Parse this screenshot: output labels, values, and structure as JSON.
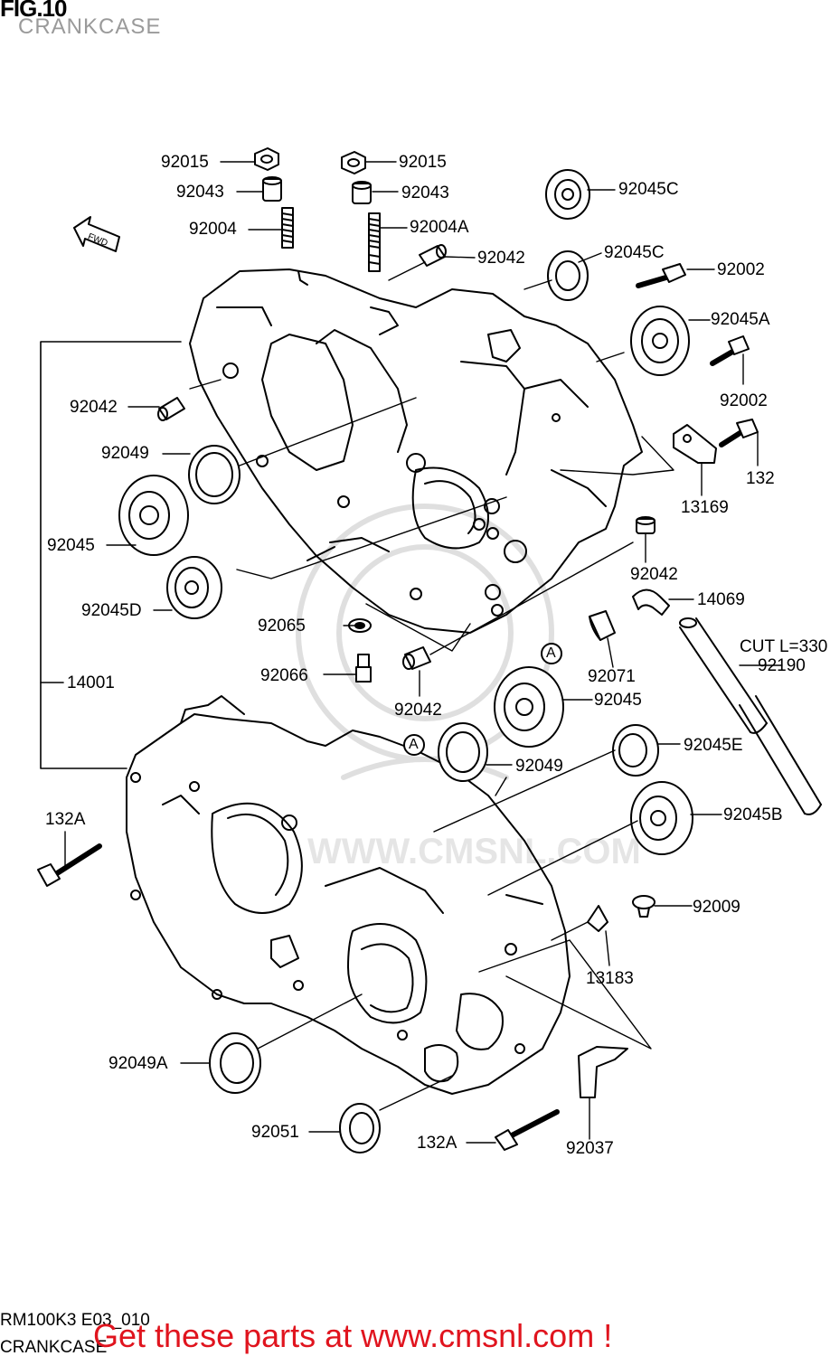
{
  "figure": {
    "number": "FIG.10",
    "title": "CRANKCASE",
    "code": "RM100K3 E03_010",
    "caption": "CRANKCASE"
  },
  "watermark": "WWW.CMSNL.COM",
  "promo": "Get these parts at www.cmsnl.com !",
  "callouts": {
    "A_top": "A",
    "A_bottom": "A"
  },
  "parts": [
    {
      "id": "p1",
      "label": "92015"
    },
    {
      "id": "p2",
      "label": "92015"
    },
    {
      "id": "p3",
      "label": "92043"
    },
    {
      "id": "p4",
      "label": "92043"
    },
    {
      "id": "p5",
      "label": "92045C"
    },
    {
      "id": "p6",
      "label": "92004"
    },
    {
      "id": "p7",
      "label": "92004A"
    },
    {
      "id": "p8",
      "label": "92045C"
    },
    {
      "id": "p9",
      "label": "92042"
    },
    {
      "id": "p10",
      "label": "92002"
    },
    {
      "id": "p11",
      "label": "92045A"
    },
    {
      "id": "p12",
      "label": "92042"
    },
    {
      "id": "p13",
      "label": "92002"
    },
    {
      "id": "p14",
      "label": "92049"
    },
    {
      "id": "p15",
      "label": "132"
    },
    {
      "id": "p16",
      "label": "13169"
    },
    {
      "id": "p17",
      "label": "92045"
    },
    {
      "id": "p18",
      "label": "92042"
    },
    {
      "id": "p19",
      "label": "14069"
    },
    {
      "id": "p20",
      "label": "92045D"
    },
    {
      "id": "p21",
      "label": "92065"
    },
    {
      "id": "p22",
      "label": "CUT L=330"
    },
    {
      "id": "p23",
      "label": "92190"
    },
    {
      "id": "p24",
      "label": "92071"
    },
    {
      "id": "p25",
      "label": "92066"
    },
    {
      "id": "p26",
      "label": "14001"
    },
    {
      "id": "p27",
      "label": "92045"
    },
    {
      "id": "p28",
      "label": "92042"
    },
    {
      "id": "p29",
      "label": "92045E"
    },
    {
      "id": "p30",
      "label": "92049"
    },
    {
      "id": "p31",
      "label": "132A"
    },
    {
      "id": "p32",
      "label": "92045B"
    },
    {
      "id": "p33",
      "label": "92009"
    },
    {
      "id": "p34",
      "label": "13183"
    },
    {
      "id": "p35",
      "label": "92049A"
    },
    {
      "id": "p36",
      "label": "92051"
    },
    {
      "id": "p37",
      "label": "132A"
    },
    {
      "id": "p38",
      "label": "92037"
    }
  ]
}
